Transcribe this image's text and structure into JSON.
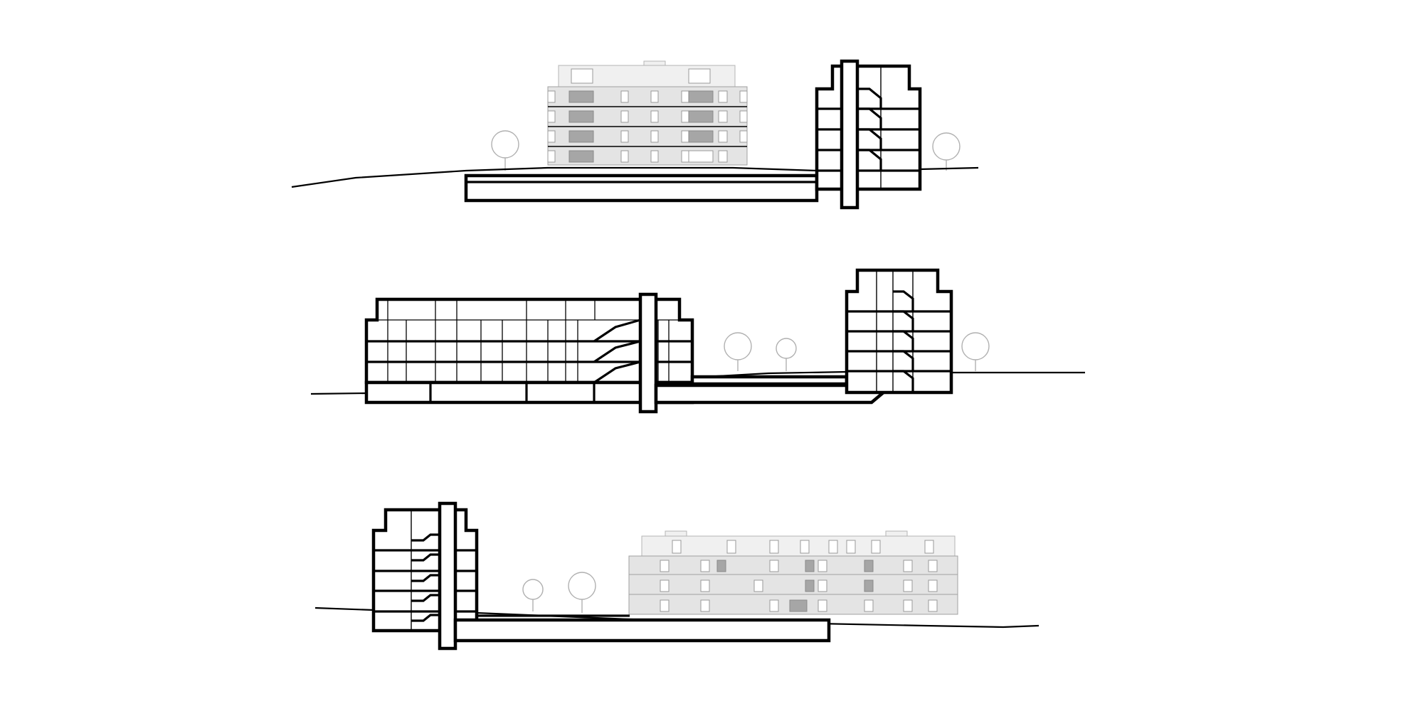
{
  "drawing": {
    "sections": [
      {
        "id": "section-1"
      },
      {
        "id": "section-2"
      },
      {
        "id": "section-3"
      }
    ],
    "colors": {
      "background": "#ffffff",
      "cut_line": "#000000",
      "elevation_fill": "#e4e4e4",
      "elevation_line": "#a0a0a0",
      "tree_line": "#b0b0b0"
    }
  }
}
